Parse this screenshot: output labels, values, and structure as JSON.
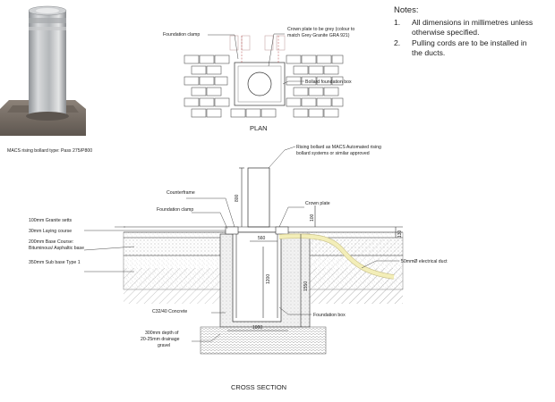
{
  "notes": {
    "title": "Notes:",
    "items": [
      {
        "num": "1.",
        "line1": "All dimensions in millimetres unless",
        "line2": "otherwise specified."
      },
      {
        "num": "2.",
        "line1": "Pulling cords are to be installed in",
        "line2": "the ducts."
      }
    ]
  },
  "photo": {
    "caption": "MACS rising bollard type: Pass 275/P800"
  },
  "plan": {
    "title": "PLAN",
    "foundation_clamp": "Foundation clamp",
    "crown_plate_line1": "Crown plate to be grey (colour to",
    "crown_plate_line2": "match Grey Granite GRA 921)",
    "foundation_box": "Bollard foundation box"
  },
  "note_bollard": {
    "line1": "Rising bollard as MACS Automated rising",
    "line2": "bollard systems or similar approved"
  },
  "section": {
    "title": "CROSS SECTION",
    "counterframe": "Counterframe",
    "foundation_clamp": "Foundation clamp",
    "crown_plate": "Crown plate",
    "foundation_box": "Foundation box",
    "electrical_duct": "50mmØ electrical duct",
    "concrete": "C32/40 Concrete",
    "drainage_line1": "300mm depth of",
    "drainage_line2": "20-25mm drainage",
    "drainage_line3": "gravel",
    "layers": [
      {
        "line1": "100mm Granite setts",
        "line2": ""
      },
      {
        "line1": "30mm Laying course",
        "line2": ""
      },
      {
        "line1": "200mm Base Course:",
        "line2": "Bituminous/ Asphaltic base"
      },
      {
        "line1": "350mm Sub base Type 1",
        "line2": ""
      }
    ],
    "dims": {
      "bollard_height": "800",
      "crown_offset": "100",
      "sett_depth": "130",
      "box_width": "560",
      "box_depth": "1200",
      "excavation_depth": "1550",
      "excavation_width": "1000"
    }
  },
  "colors": {
    "duct": "#f3eeb8",
    "bollard_steel": "#b9bcbf",
    "plinth": "#7a7068"
  }
}
